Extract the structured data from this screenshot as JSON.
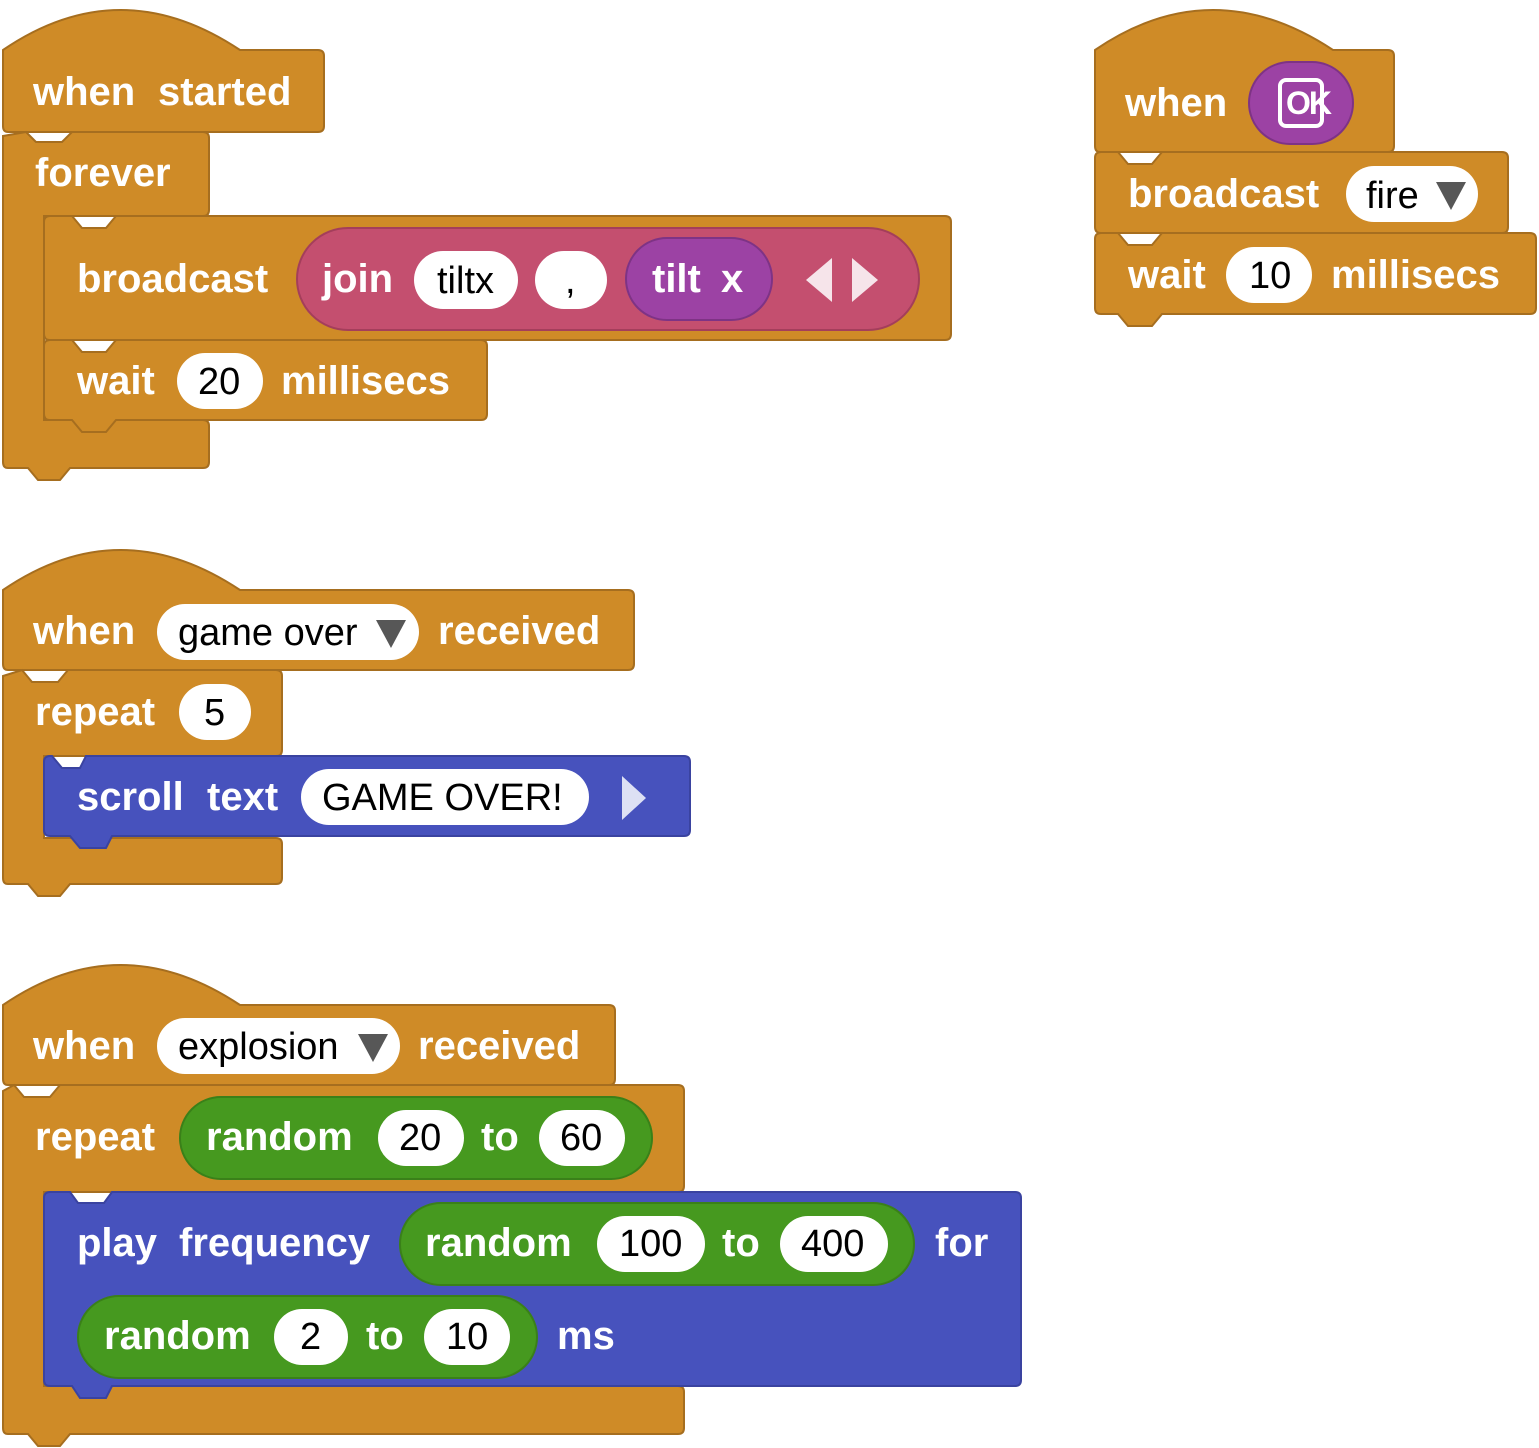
{
  "colors": {
    "control": "#CF8B27",
    "control_stroke": "#A66E1F",
    "text_pink": "#C44F6F",
    "sensing": "#9C42A4",
    "display": "#4752BD",
    "math": "#46991F",
    "field": "#ffffff",
    "arrow": "#F6E4EA"
  },
  "script1": {
    "hat_when": "when",
    "hat_started": "started",
    "forever": "forever",
    "broadcast": "broadcast",
    "join": "join",
    "join_a": "tiltx",
    "join_b": ",",
    "tilt_label": "tilt",
    "tilt_axis": "x",
    "wait": "wait",
    "wait_value": "20",
    "wait_unit": "millisecs"
  },
  "script2": {
    "when": "when",
    "button": "OK",
    "broadcast": "broadcast",
    "message": "fire",
    "wait": "wait",
    "wait_value": "10",
    "wait_unit": "millisecs"
  },
  "script3": {
    "when": "when",
    "message": "game over",
    "received": "received",
    "repeat": "repeat",
    "repeat_value": "5",
    "scroll": "scroll",
    "text": "text",
    "scroll_value": "GAME OVER!"
  },
  "script4": {
    "when": "when",
    "message": "explosion",
    "received": "received",
    "repeat": "repeat",
    "random": "random",
    "r1_from": "20",
    "to": "to",
    "r1_to": "60",
    "play": "play",
    "frequency": "frequency",
    "r2_from": "100",
    "r2_to": "400",
    "for": "for",
    "r3_from": "2",
    "r3_to": "10",
    "ms": "ms"
  }
}
